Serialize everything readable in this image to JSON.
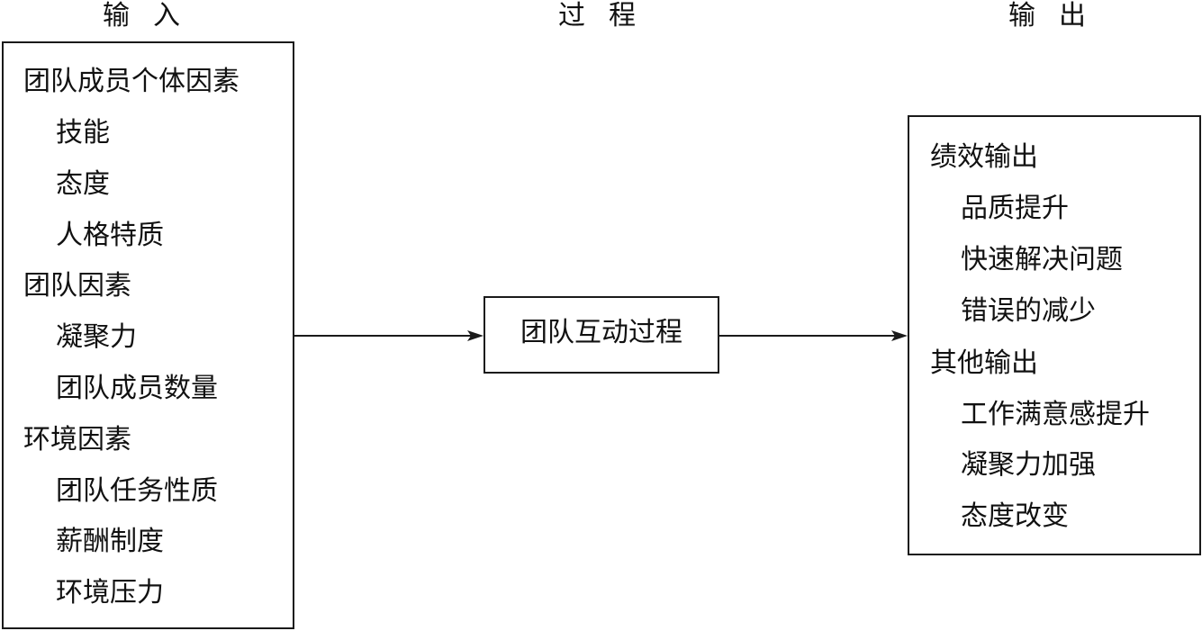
{
  "headings": {
    "input": "输入",
    "process": "过程",
    "output": "输出"
  },
  "input_box": {
    "items": [
      {
        "text": "团队成员个体因素",
        "level": 1
      },
      {
        "text": "技能",
        "level": 2
      },
      {
        "text": "态度",
        "level": 2
      },
      {
        "text": "人格特质",
        "level": 2
      },
      {
        "text": "团队因素",
        "level": 1
      },
      {
        "text": "凝聚力",
        "level": 2
      },
      {
        "text": "团队成员数量",
        "level": 2
      },
      {
        "text": "环境因素",
        "level": 1
      },
      {
        "text": "团队任务性质",
        "level": 2
      },
      {
        "text": "薪酬制度",
        "level": 2
      },
      {
        "text": "环境压力",
        "level": 2
      }
    ]
  },
  "process_box": {
    "label": "团队互动过程"
  },
  "output_box": {
    "items": [
      {
        "text": "绩效输出",
        "level": 1
      },
      {
        "text": "品质提升",
        "level": 2
      },
      {
        "text": "快速解决问题",
        "level": 2
      },
      {
        "text": "错误的减少",
        "level": 2
      },
      {
        "text": "其他输出",
        "level": 1
      },
      {
        "text": "工作满意感提升",
        "level": 2
      },
      {
        "text": "凝聚力加强",
        "level": 2
      },
      {
        "text": "态度改变",
        "level": 2
      }
    ]
  }
}
